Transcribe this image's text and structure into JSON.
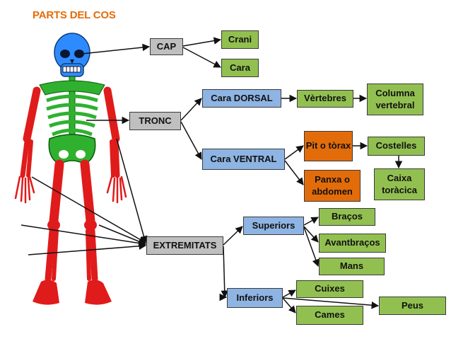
{
  "title": "PARTS DEL COS",
  "colors": {
    "title": "#e46c0a",
    "gray_box": "#bfbfbf",
    "blue_box": "#8eb4e3",
    "green_box": "#92c050",
    "orange_box": "#e36c0a",
    "skeleton_head": "#2e8bff",
    "skeleton_trunk": "#2fb12f",
    "skeleton_limbs": "#e01b1b"
  },
  "nodes": {
    "cap": "CAP",
    "crani": "Crani",
    "cara": "Cara",
    "tronc": "TRONC",
    "cara_dorsal": "Cara DORSAL",
    "vertebres": "Vèrtebres",
    "columna_vertebral": "Columna vertebral",
    "cara_ventral": "Cara VENTRAL",
    "pit_torax": "Pit o tòrax",
    "costelles": "Costelles",
    "panxa_abdomen": "Panxa o abdomen",
    "caixa_toracica": "Caixa toràcica",
    "extremitats": "EXTREMITATS",
    "superiors": "Superiors",
    "bracos": "Braços",
    "avantbracos": "Avantbraços",
    "mans": "Mans",
    "inferiors": "Inferiors",
    "cuixes": "Cuixes",
    "cames": "Cames",
    "peus": "Peus"
  }
}
